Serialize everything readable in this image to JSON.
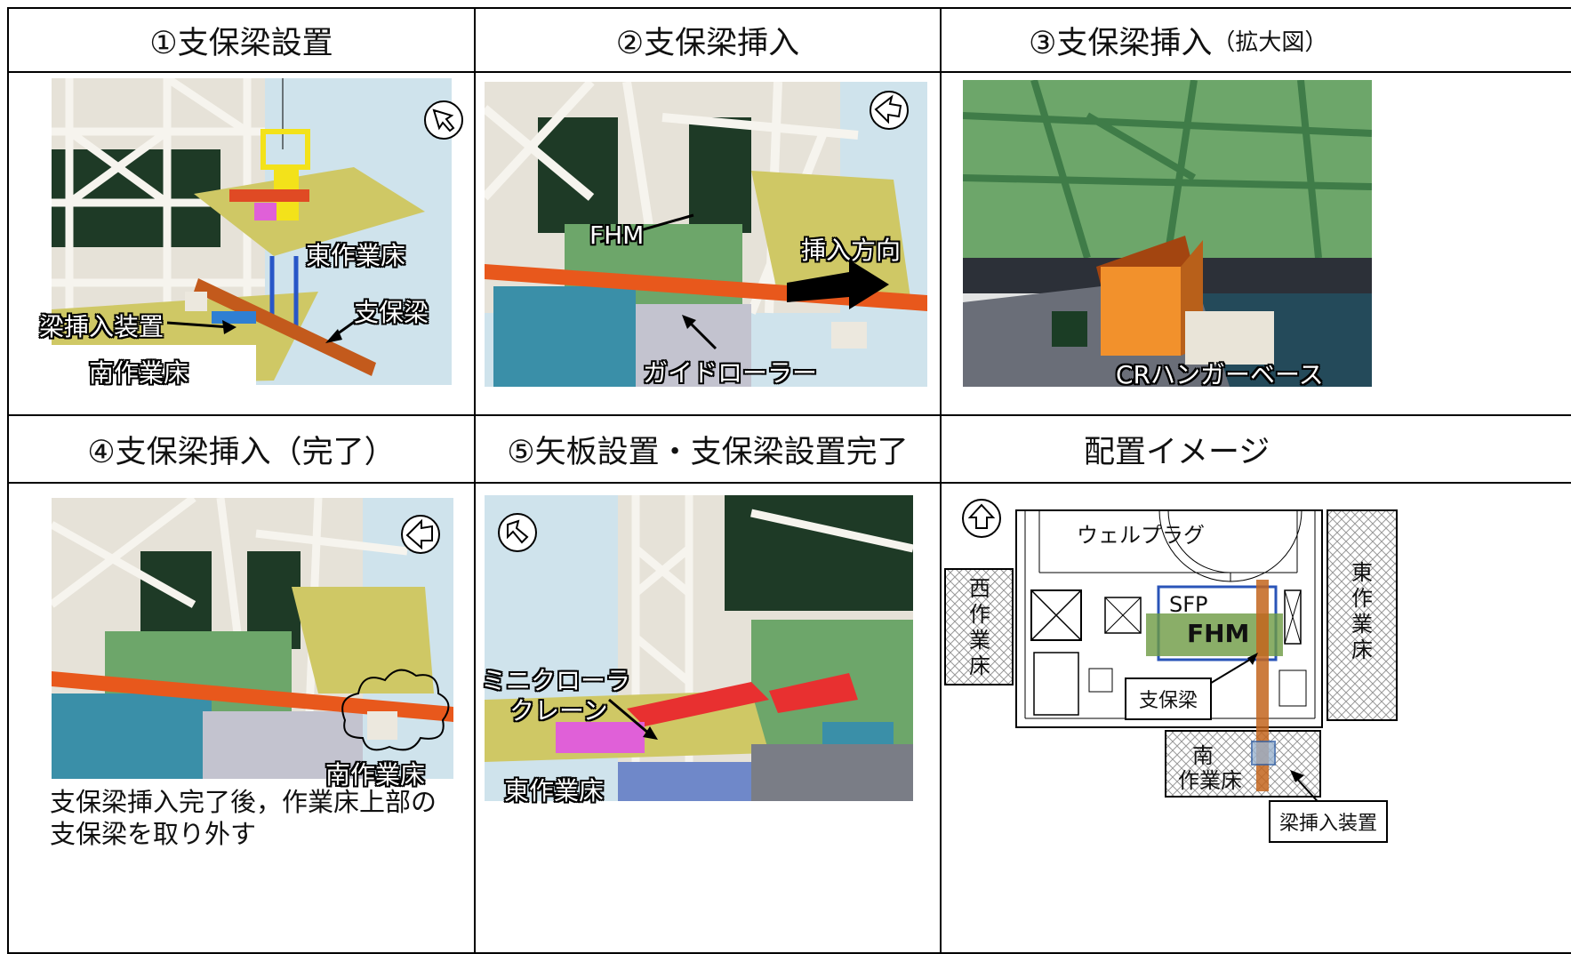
{
  "headers": {
    "h1": "①支保梁設置",
    "h2": "②支保梁挿入",
    "h3_main": "③支保梁挿入",
    "h3_sub": "（拡大図）",
    "h4": "④支保梁挿入（完了）",
    "h5": "⑤矢板設置・支保梁設置完了",
    "h6": "配置イメージ"
  },
  "panel1": {
    "east_floor": "東作業床",
    "beam_inserter": "梁挿入装置",
    "support_beam": "支保梁",
    "south_floor": "南作業床"
  },
  "panel2": {
    "fhm": "FHM",
    "insert_dir": "挿入方向",
    "guide_roller": "ガイドローラー"
  },
  "panel3": {
    "cr_base": "CRハンガーベース"
  },
  "panel4": {
    "south_floor": "南作業床",
    "note_line1": "支保梁挿入完了後，作業床上部の",
    "note_line2": "支保梁を取り外す"
  },
  "panel5": {
    "crawler_line1": "ミニクローラ",
    "crawler_line2": "クレーン",
    "east_floor": "東作業床"
  },
  "panel6": {
    "well_plug": "ウェルプラグ",
    "west_floor": [
      "西",
      "作",
      "業",
      "床"
    ],
    "east_floor": [
      "東",
      "作",
      "業",
      "床"
    ],
    "sfp": "SFP",
    "fhm": "FHM",
    "support_beam": "支保梁",
    "south_floor_1": "南",
    "south_floor_2": "作業床",
    "beam_inserter": "梁挿入装置"
  },
  "colors": {
    "sky": "#cfe3ec",
    "steel": "#f0ede6",
    "green": "#6da66a",
    "dark_green": "#1e3a26",
    "yellow": "#cfc865",
    "orange": "#e8581c",
    "water": "#3a8fa8"
  }
}
